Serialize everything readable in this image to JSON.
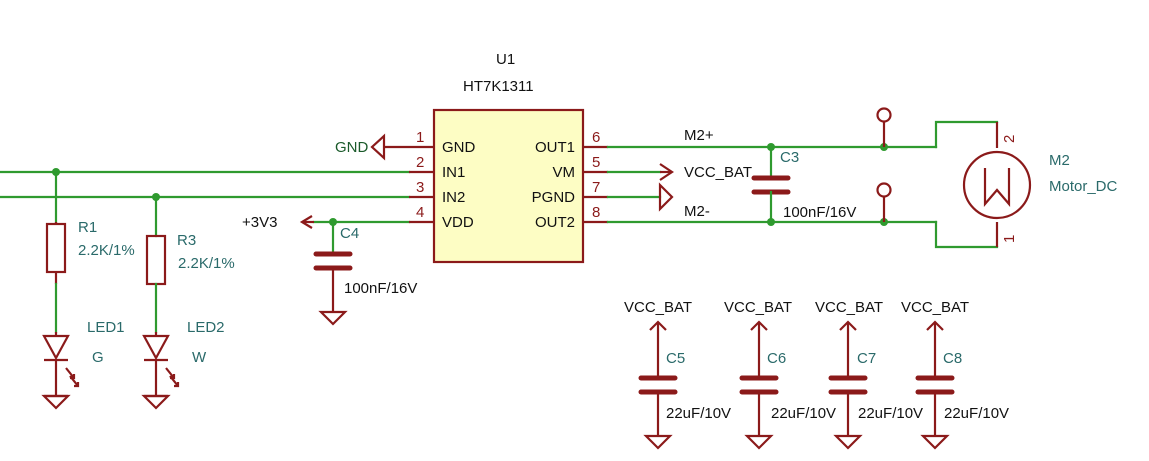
{
  "u1": {
    "ref": "U1",
    "value": "HT7K1311",
    "pins": [
      {
        "num": "1",
        "name": "GND"
      },
      {
        "num": "2",
        "name": "IN1"
      },
      {
        "num": "3",
        "name": "IN2"
      },
      {
        "num": "4",
        "name": "VDD"
      },
      {
        "num": "6",
        "name": "OUT1"
      },
      {
        "num": "5",
        "name": "VM"
      },
      {
        "num": "7",
        "name": "PGND"
      },
      {
        "num": "8",
        "name": "OUT2"
      }
    ]
  },
  "nets": {
    "gnd": "GND",
    "v3v3": "+3V3",
    "vcc_bat": "VCC_BAT",
    "m2p": "M2+",
    "m2n": "M2-"
  },
  "m2": {
    "ref": "M2",
    "value": "Motor_DC",
    "pin1": "1",
    "pin2": "2"
  },
  "c3": {
    "ref": "C3",
    "value": "100nF/16V"
  },
  "c4": {
    "ref": "C4",
    "value": "100nF/16V"
  },
  "r1": {
    "ref": "R1",
    "value": "2.2K/1%"
  },
  "r3": {
    "ref": "R3",
    "value": "2.2K/1%"
  },
  "led1": {
    "ref": "LED1",
    "value": "G"
  },
  "led2": {
    "ref": "LED2",
    "value": "W"
  },
  "bulk": [
    {
      "ref": "C5",
      "value": "22uF/10V",
      "net": "VCC_BAT"
    },
    {
      "ref": "C6",
      "value": "22uF/10V",
      "net": "VCC_BAT"
    },
    {
      "ref": "C7",
      "value": "22uF/10V",
      "net": "VCC_BAT"
    },
    {
      "ref": "C8",
      "value": "22uF/10V",
      "net": "VCC_BAT"
    }
  ]
}
